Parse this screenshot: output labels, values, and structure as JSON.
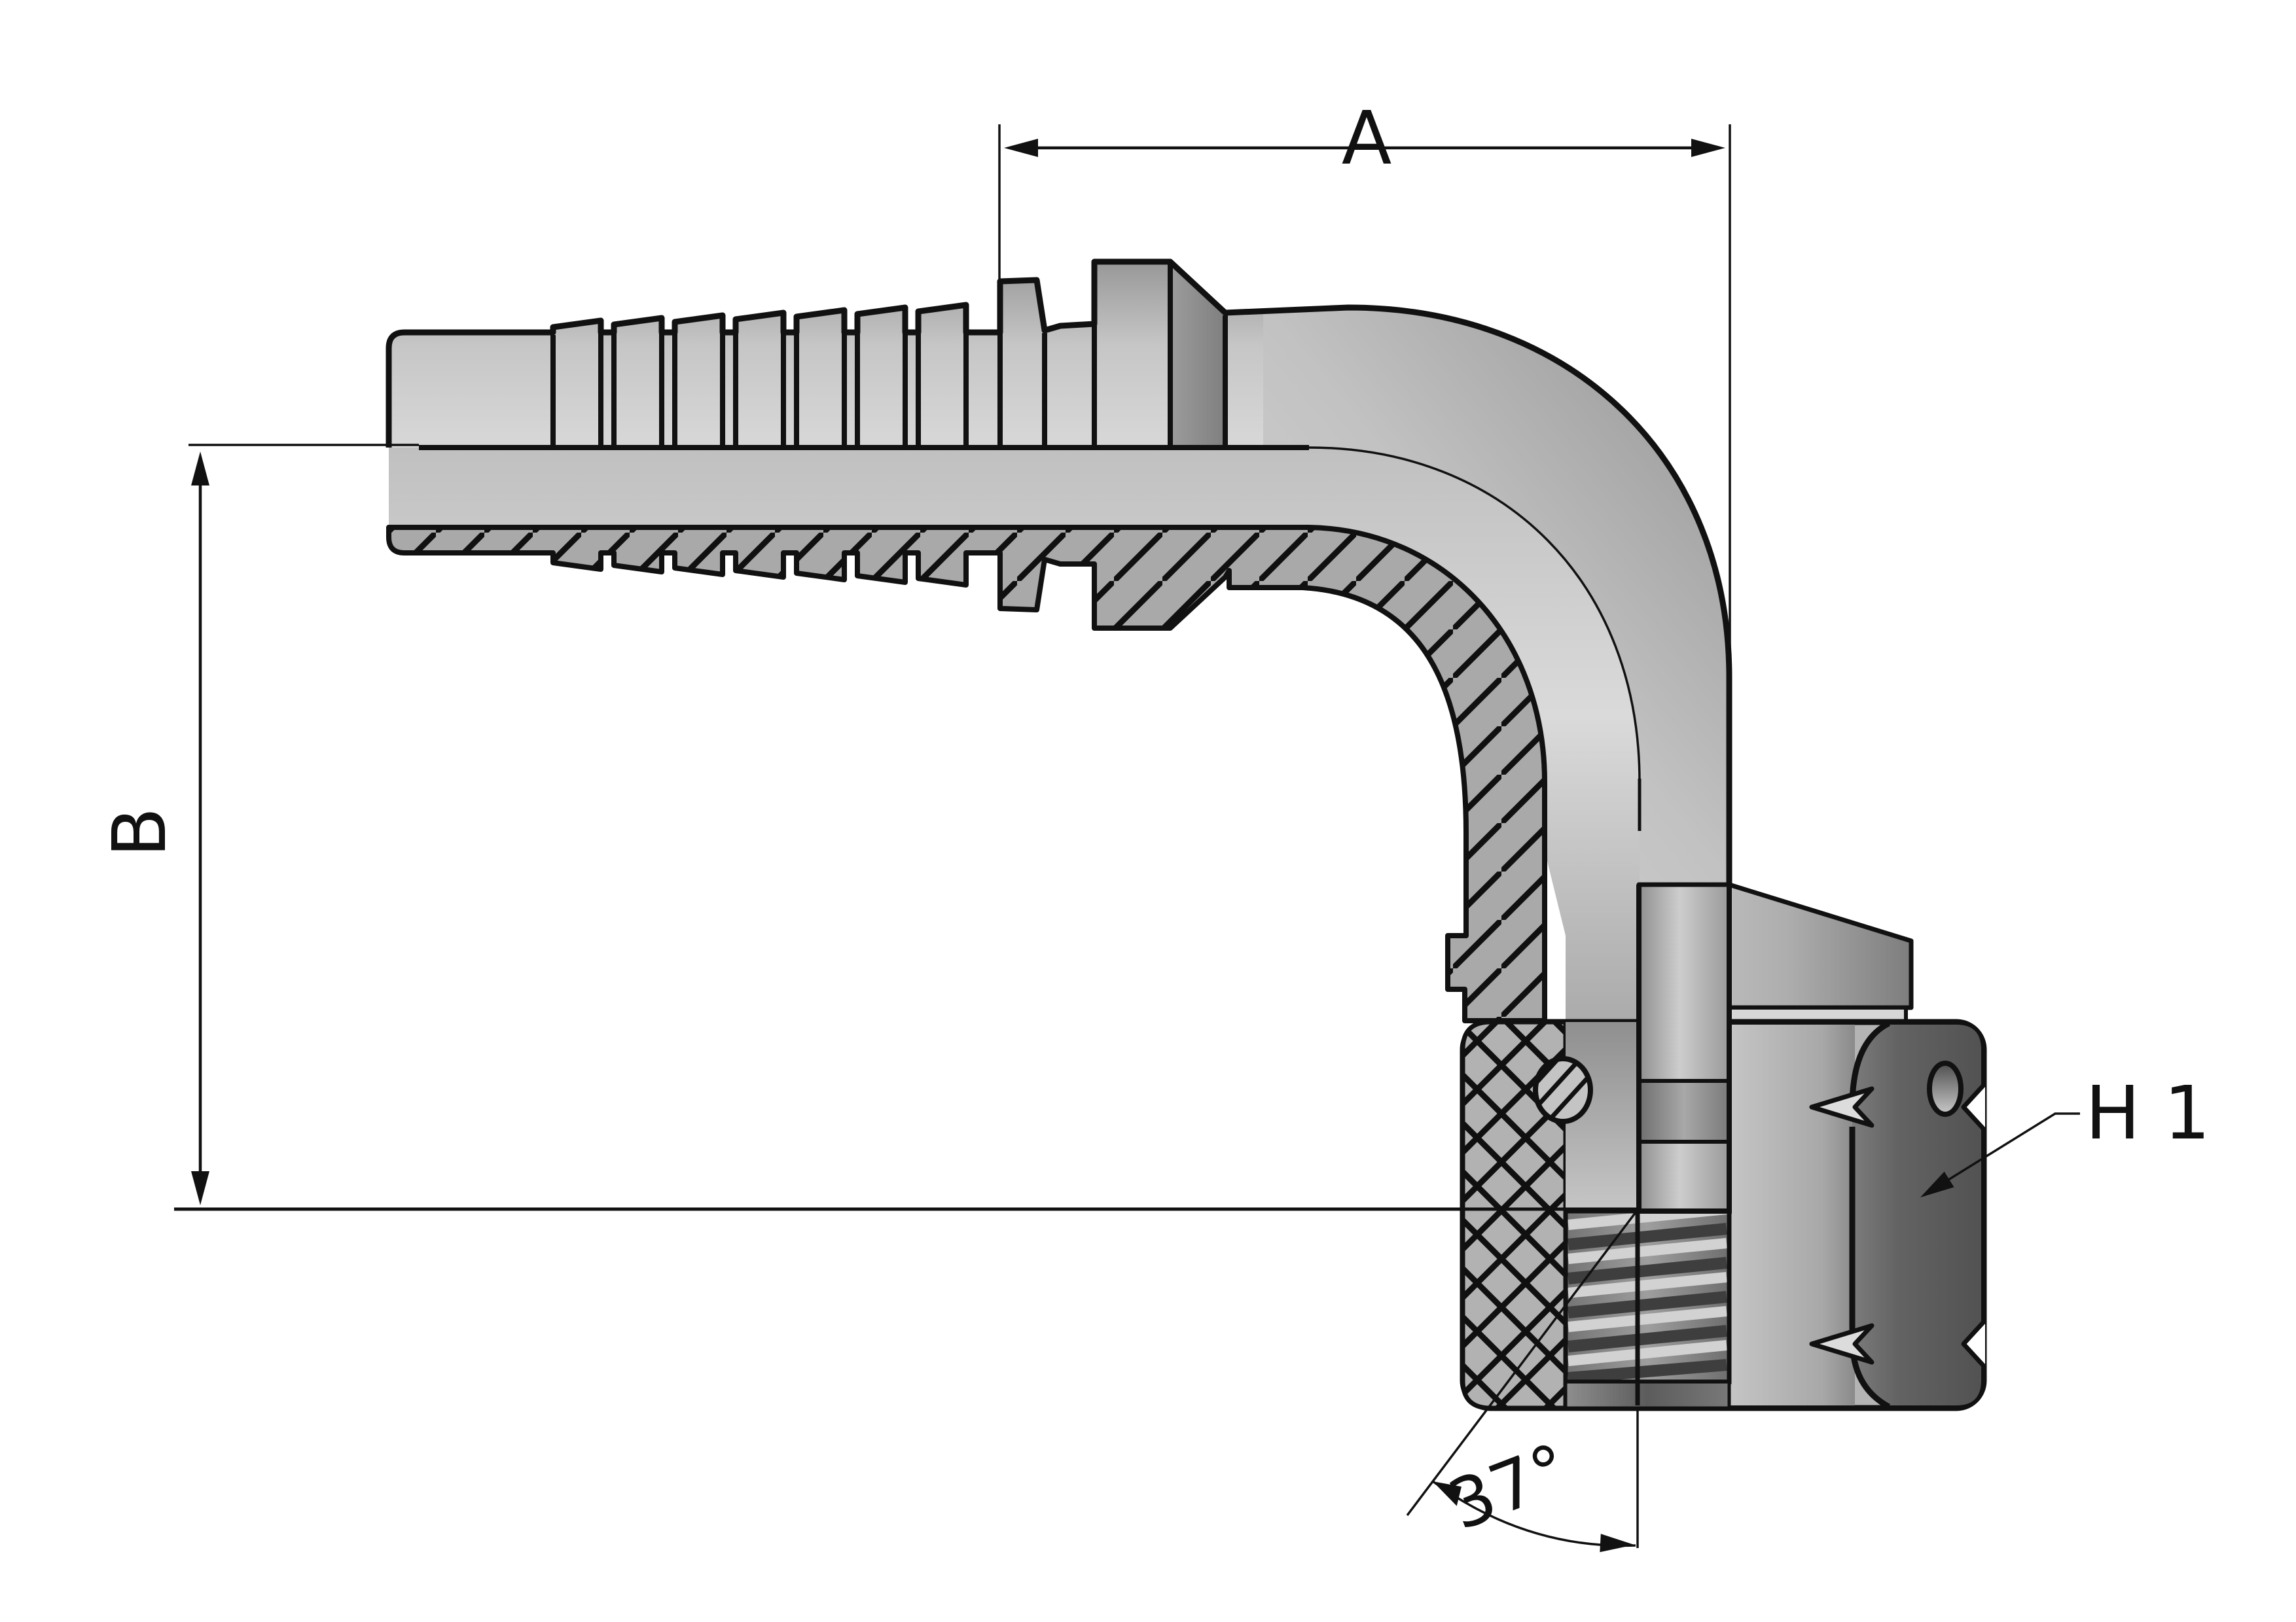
{
  "drawing": {
    "type": "technical-section-drawing",
    "subject": "90-degree elbow hose fitting with barbed shank and female swivel nut",
    "labels": {
      "dim_a": "A",
      "dim_b": "B",
      "hex": "H 1",
      "angle": "37°"
    },
    "colors": {
      "outline": "#111111",
      "metal_light": "#d6d6d6",
      "metal_mid": "#b4b4b4",
      "metal_dark": "#555555",
      "hatch_fill": "#a9a9a9",
      "background": "#ffffff"
    }
  }
}
